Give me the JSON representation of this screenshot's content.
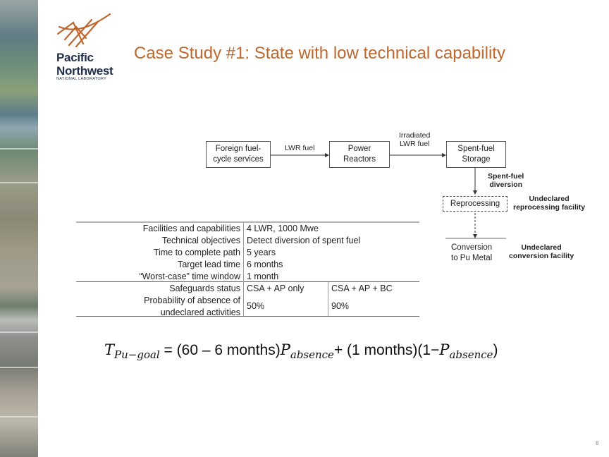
{
  "header": {
    "logo_line1": "Pacific",
    "logo_line2": "Northwest",
    "logo_line3": "NATIONAL LABORATORY",
    "title": "Case Study #1: State with low technical capability"
  },
  "diagram": {
    "box_foreign": "Foreign fuel-cycle services",
    "box_foreign_l1": "Foreign fuel-",
    "box_foreign_l2": "cycle services",
    "edge_lwr_fuel": "LWR fuel",
    "box_power_l1": "Power",
    "box_power_l2": "Reactors",
    "edge_irradiated_l1": "Irradiated",
    "edge_irradiated_l2": "LWR fuel",
    "box_storage_l1": "Spent-fuel",
    "box_storage_l2": "Storage",
    "edge_diversion_l1": "Spent-fuel",
    "edge_diversion_l2": "diversion",
    "box_reprocessing": "Reprocessing",
    "note_reprocessing_l1": "Undeclared",
    "note_reprocessing_l2": "reprocessing facility",
    "box_conversion_l1": "Conversion",
    "box_conversion_l2": "to Pu Metal",
    "note_conversion_l1": "Undeclared",
    "note_conversion_l2": "conversion facility"
  },
  "table": {
    "rows": [
      {
        "label": "Facilities and capabilities",
        "value": "4 LWR, 1000 Mwe"
      },
      {
        "label": "Technical objectives",
        "value": "Detect diversion of spent fuel"
      },
      {
        "label": "Time to complete path",
        "value": "5 years"
      },
      {
        "label": "Target lead time",
        "value": "6 months"
      },
      {
        "label": "“Worst-case” time window",
        "value": "1 month"
      }
    ],
    "safeguards_label": "Safeguards status",
    "safeguards_a": "CSA + AP only",
    "safeguards_b": "CSA + AP + BC",
    "prob_label_l1": "Probability of absence of",
    "prob_label_l2": "undeclared activities",
    "prob_a": "50%",
    "prob_b": "90%"
  },
  "formula": {
    "t": "T",
    "t_sub": "Pu−goal",
    "part1": " = (60 – 6 months)",
    "p": "P",
    "p_sub": "absence",
    "part2": "+ (1 months)(1−",
    "p2": "P",
    "p2_sub": "absence",
    "part3": ")"
  },
  "page_number": "8"
}
